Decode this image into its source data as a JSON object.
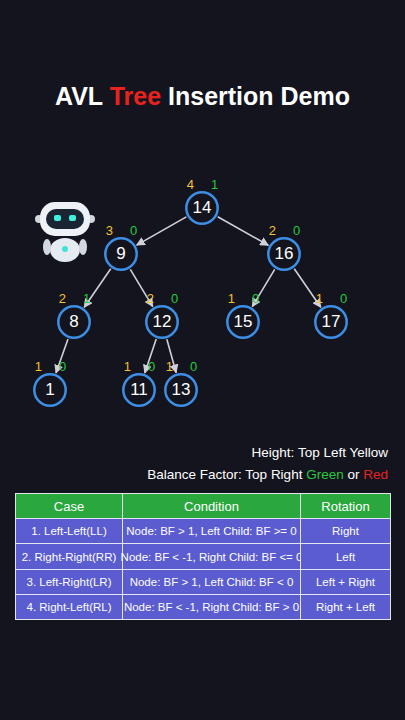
{
  "diagram": {
    "title": "AVL Tree Insertion Demo",
    "nodes": [
      {
        "text": [
          "14",
          "4",
          "1"
        ]
      },
      {
        "text": [
          "9",
          "3",
          "0"
        ]
      },
      {
        "text": [
          "16",
          "2",
          "0"
        ]
      },
      {
        "text": [
          "8",
          "2",
          "1"
        ]
      },
      {
        "text": [
          "12",
          "2",
          "0"
        ]
      },
      {
        "text": [
          "15",
          "1",
          "0"
        ]
      },
      {
        "text": [
          "17",
          "1",
          "0"
        ]
      },
      {
        "text": [
          "1",
          "1",
          "0"
        ]
      },
      {
        "text": [
          "11",
          "1",
          "0"
        ]
      },
      {
        "text": [
          "13",
          "1",
          "0"
        ]
      }
    ],
    "edges": [
      {
        "from": 0,
        "to": 1,
        "arrow": "to"
      },
      {
        "from": 0,
        "to": 2,
        "arrow": "to"
      },
      {
        "from": 1,
        "to": 3,
        "arrow": "to"
      },
      {
        "from": 1,
        "to": 4,
        "arrow": "to"
      },
      {
        "from": 2,
        "to": 5,
        "arrow": "to"
      },
      {
        "from": 2,
        "to": 6,
        "arrow": "to"
      },
      {
        "from": 3,
        "to": 7,
        "arrow": "to"
      },
      {
        "from": 4,
        "to": 8,
        "arrow": "to"
      },
      {
        "from": 4,
        "to": 9,
        "arrow": "to"
      }
    ],
    "labels": [
      "Height: Top Left Yellow",
      "Balance Factor: Top Right Green or Red",
      "Case",
      "Condition",
      "Rotation",
      "1. Left-Left(LL)",
      "Node: BF > 1, Left Child: BF >= 0",
      "Right",
      "2. Right-Right(RR)",
      "Node: BF < -1, Right Child: BF <= 0",
      "Left",
      "3. Left-Right(LR)",
      "Node: BF > 1, Left Child: BF < 0",
      "Left + Right",
      "4. Right-Left(RL)",
      "Node: BF < -1, Right Child: BF > 0",
      "Right + Left"
    ]
  }
}
